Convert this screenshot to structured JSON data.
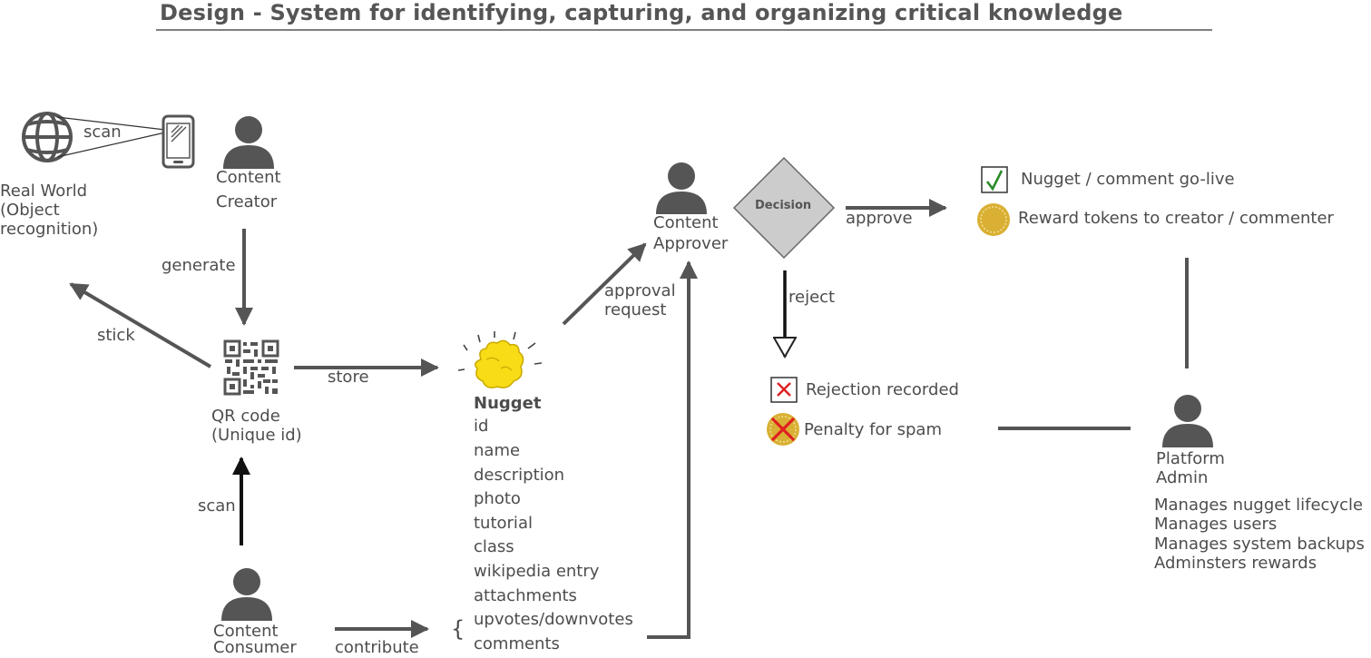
{
  "title": "Design - System for identifying, capturing, and organizing critical knowledge",
  "colors": {
    "line": "#555555",
    "text": "#4d4d4d",
    "check": "#2a8a2a",
    "reject": "#e02020",
    "coin": "#d9b033",
    "nugget": "#f7dc16",
    "diamond": "#cccccc"
  },
  "actors": {
    "creator": [
      "Content",
      "Creator"
    ],
    "approver": [
      "Content",
      "Approver"
    ],
    "consumer": [
      "Content",
      "Consumer"
    ],
    "admin": [
      "Platform",
      "Admin"
    ]
  },
  "real_world": [
    "Real World",
    "(Object",
    "recognition)"
  ],
  "qr": [
    "QR code",
    "(Unique id)"
  ],
  "edges": {
    "scan_top": "scan",
    "generate": "generate",
    "stick": "stick",
    "store": "store",
    "scan_bottom": "scan",
    "contribute": "contribute",
    "approval": [
      "approval",
      "request"
    ],
    "approve": "approve",
    "reject": "reject"
  },
  "decision": "Decision",
  "nugget": {
    "heading": "Nugget",
    "fields": [
      "id",
      "name",
      "description",
      "photo",
      "tutorial",
      "class",
      "wikipedia entry",
      "attachments",
      "upvotes/downvotes",
      "comments"
    ],
    "brace": "{"
  },
  "outcomes": {
    "golive": "Nugget / comment go-live",
    "reward": "Reward tokens to creator / commenter",
    "rejection": "Rejection recorded",
    "penalty": "Penalty for spam"
  },
  "admin_duties": [
    "Manages nugget lifecycle",
    "Manages users",
    "Manages system backups",
    "Adminsters rewards"
  ]
}
